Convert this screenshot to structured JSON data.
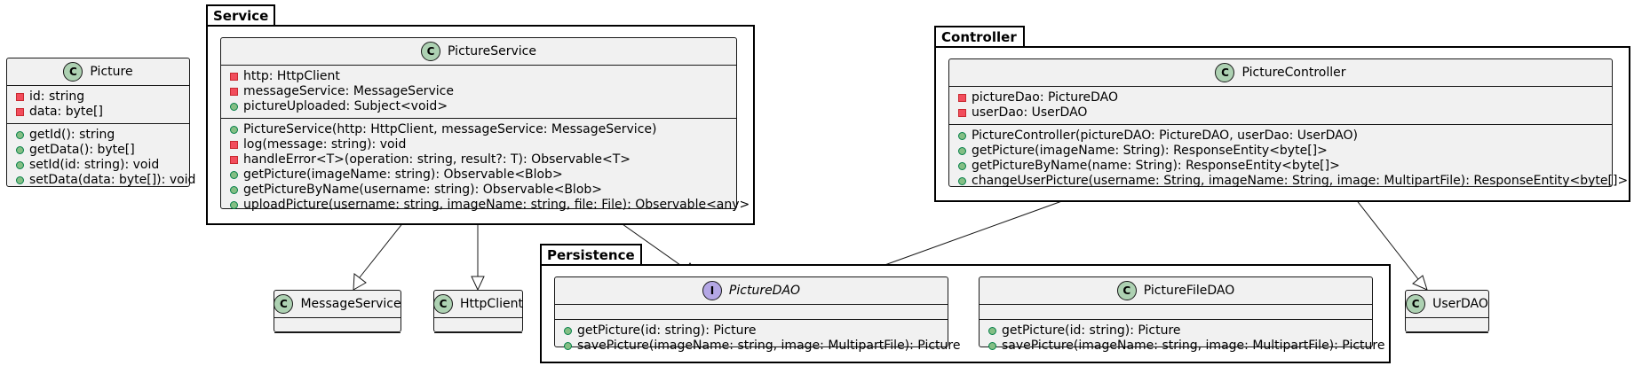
{
  "packages": {
    "service": "Service",
    "controller": "Controller",
    "persistence": "Persistence"
  },
  "classes": {
    "picture": {
      "name": "Picture",
      "stereotype": "C",
      "fields": [
        "id: string",
        "data: byte[]"
      ],
      "methods": [
        "getId(): string",
        "getData(): byte[]",
        "setId(id: string): void",
        "setData(data: byte[]): void"
      ]
    },
    "picture_service": {
      "name": "PictureService",
      "stereotype": "C",
      "fields": [
        "http: HttpClient",
        "messageService: MessageService",
        "pictureUploaded: Subject<void>"
      ],
      "methods": [
        "PictureService(http: HttpClient, messageService: MessageService)",
        "log(message: string): void",
        "handleError<T>(operation: string, result?: T): Observable<T>",
        "getPicture(imageName: string): Observable<Blob>",
        "getPictureByName(username: string): Observable<Blob>",
        "uploadPicture(username: string, imageName: string, file: File): Observable<any>"
      ]
    },
    "picture_controller": {
      "name": "PictureController",
      "stereotype": "C",
      "fields": [
        "pictureDao: PictureDAO",
        "userDao: UserDAO"
      ],
      "methods": [
        "PictureController(pictureDAO: PictureDAO, userDao: UserDAO)",
        "getPicture(imageName: String): ResponseEntity<byte[]>",
        "getPictureByName(name: String): ResponseEntity<byte[]>",
        "changeUserPicture(username: String, imageName: String, image: MultipartFile): ResponseEntity<byte[]>"
      ]
    },
    "message_service": {
      "name": "MessageService",
      "stereotype": "C"
    },
    "http_client": {
      "name": "HttpClient",
      "stereotype": "C"
    },
    "picture_dao": {
      "name": "PictureDAO",
      "stereotype": "I",
      "methods": [
        "getPicture(id: string): Picture",
        "savePicture(imageName: string, image: MultipartFile): Picture"
      ]
    },
    "picture_file_dao": {
      "name": "PictureFileDAO",
      "stereotype": "C",
      "methods": [
        "getPicture(id: string): Picture",
        "savePicture(imageName: string, image: MultipartFile): Picture"
      ]
    },
    "user_dao": {
      "name": "UserDAO",
      "stereotype": "C"
    }
  },
  "colors": {
    "class_fill": "#f1f1f1",
    "class_badge": "#add1b2",
    "interface_badge": "#b4a7e5",
    "public_marker": "#84be84",
    "private_marker": "#f24d5c"
  }
}
